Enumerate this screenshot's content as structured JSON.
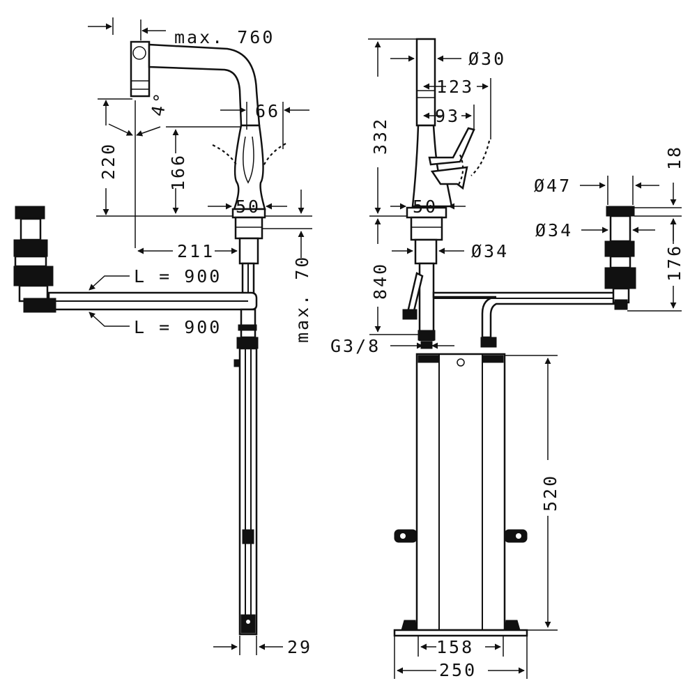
{
  "drawing": {
    "side_view": {
      "max_reach": "max. 760",
      "angle": "4°",
      "height_220": "220",
      "height_166": "166",
      "dim_66": "66",
      "dim_50": "50",
      "dim_211": "211",
      "hose_length_1": "L = 900",
      "hose_length_2": "L = 900",
      "max_thickness": "max. 70",
      "dim_29": "29"
    },
    "front_view": {
      "dia_30": "Ø30",
      "height_332": "332",
      "dim_123": "123",
      "dim_93": "93",
      "dim_50": "50",
      "dia_34_body": "Ø34",
      "height_840": "840",
      "thread": "G3/8",
      "height_520": "520",
      "width_158": "158",
      "width_250": "250",
      "dia_47": "Ø47",
      "dim_18": "18",
      "dia_34_valve": "Ø34",
      "height_176": "176"
    }
  }
}
